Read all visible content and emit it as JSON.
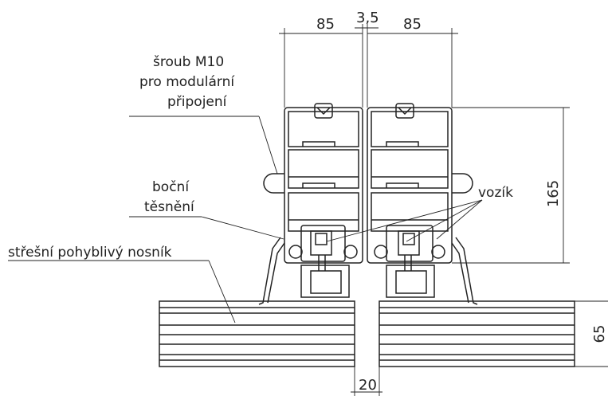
{
  "labels": {
    "screw_line1": "šroub M10",
    "screw_line2": "pro modulární",
    "screw_line3": "připojení",
    "seal_line1": "boční",
    "seal_line2": "těsnění",
    "carriage": "vozík",
    "beam": "střešní pohyblivý nosník"
  },
  "dimensions": {
    "width_left": "85",
    "gap_top": "3,5",
    "width_right": "85",
    "height_module": "165",
    "height_beam": "65",
    "gap_bottom": "20"
  }
}
